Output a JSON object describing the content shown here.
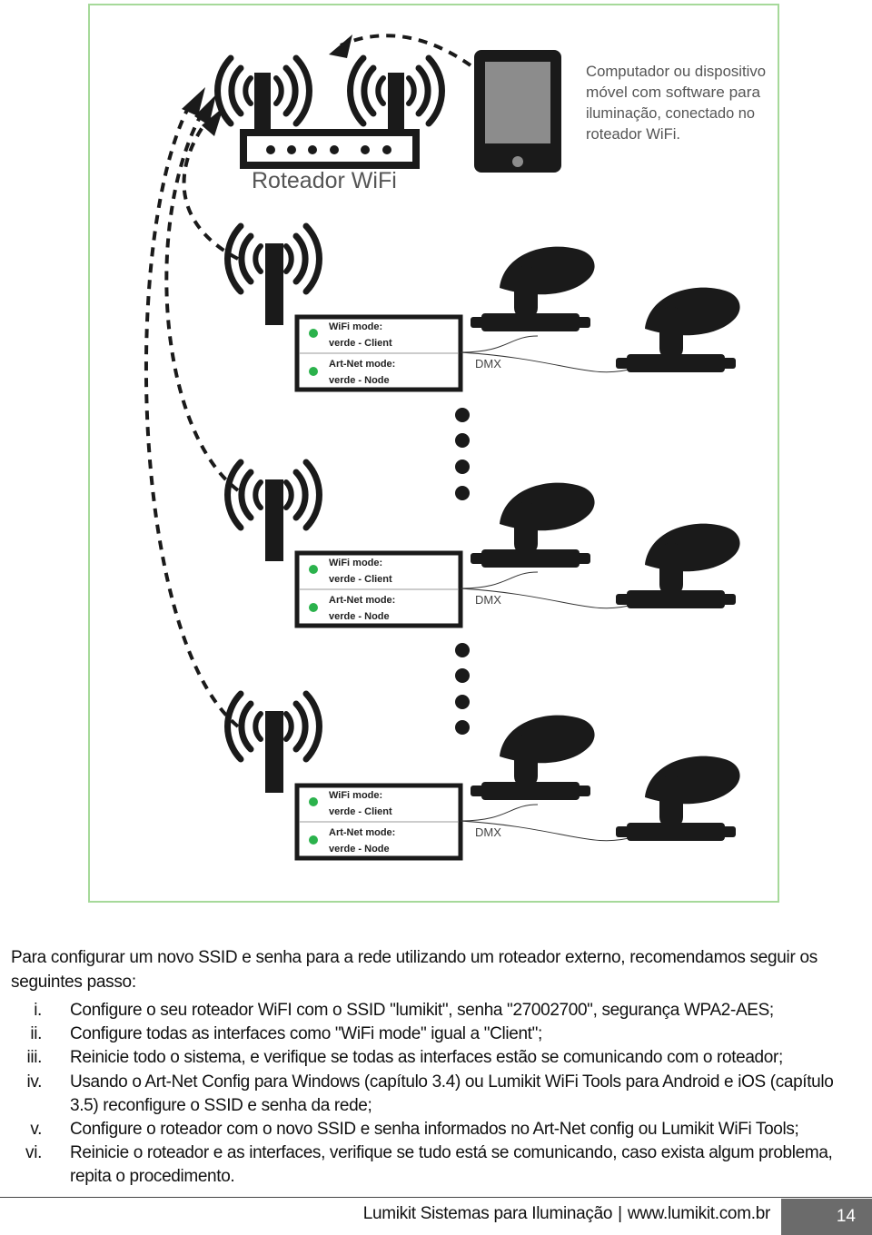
{
  "diagram": {
    "router_label": "Roteador WiFi",
    "device_caption": [
      "Computador ou dispositivo",
      "móvel com software para",
      "iluminação, conectado no",
      "roteador WiFi."
    ],
    "interface_boxes": [
      {
        "wifi_mode_label": "WiFi mode:",
        "wifi_mode_value": "verde - Client",
        "artnet_mode_label": "Art-Net mode:",
        "artnet_mode_value": "verde - Node",
        "dmx_label": "DMX"
      },
      {
        "wifi_mode_label": "WiFi mode:",
        "wifi_mode_value": "verde - Client",
        "artnet_mode_label": "Art-Net mode:",
        "artnet_mode_value": "verde - Node",
        "dmx_label": "DMX"
      },
      {
        "wifi_mode_label": "WiFi mode:",
        "wifi_mode_value": "verde - Client",
        "artnet_mode_label": "Art-Net mode:",
        "artnet_mode_value": "verde - Node",
        "dmx_label": "DMX"
      }
    ],
    "colors": {
      "frame": "#a6d99a",
      "led_green": "#2bb24c",
      "icon_dark": "#1a1a1a"
    }
  },
  "intro_text": "Para configurar um novo SSID e senha para a rede utilizando um roteador externo, recomendamos seguir os seguintes passo:",
  "steps": [
    {
      "num": "i.",
      "text": "Configure o seu roteador WiFI com o SSID \"lumikit\", senha \"27002700\", segurança WPA2-AES;"
    },
    {
      "num": "ii.",
      "text": "Configure todas as interfaces como \"WiFi mode\" igual a \"Client\";"
    },
    {
      "num": "iii.",
      "text": "Reinicie todo o sistema, e verifique se todas as interfaces estão se comunicando com o roteador;"
    },
    {
      "num": "iv.",
      "text": "Usando o Art-Net Config para Windows (capítulo 3.4) ou Lumikit WiFi Tools para Android e iOS (capítulo 3.5) reconfigure o SSID e senha da rede;"
    },
    {
      "num": "v.",
      "text": "Configure o roteador com o novo SSID e senha informados no Art-Net config ou Lumikit WiFi Tools;"
    },
    {
      "num": "vi.",
      "text": "Reinicie o roteador e as interfaces, verifique se tudo está se comunicando, caso exista algum problema, repita o procedimento."
    }
  ],
  "footer": {
    "brand": "Lumikit Sistemas para Iluminação",
    "separator": "|",
    "website": "www.lumikit.com.br",
    "page_number": "14"
  }
}
